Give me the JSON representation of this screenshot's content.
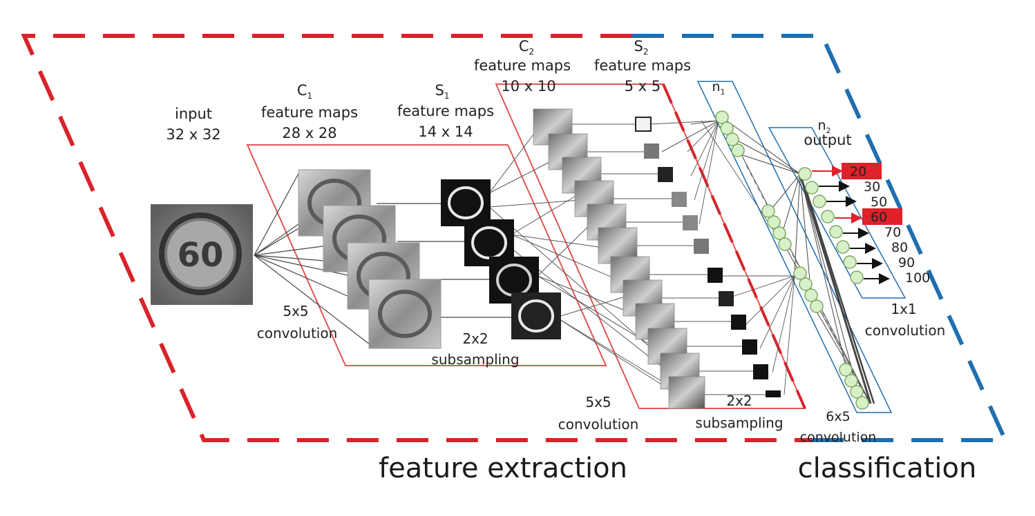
{
  "labels": {
    "input_title": "input",
    "input_size": "32 x 32",
    "c1_title": "C",
    "c1_sub": "1",
    "c1_maps": "feature maps",
    "c1_size": "28 x 28",
    "s1_title": "S",
    "s1_sub": "1",
    "s1_maps": "feature maps",
    "s1_size": "14 x 14",
    "c2_title": "C",
    "c2_sub": "2",
    "c2_maps": "feature maps",
    "c2_size": "10 x 10",
    "s2_title": "S",
    "s2_sub": "2",
    "s2_maps": "feature maps",
    "s2_size": "5 x 5",
    "n1_title": "n",
    "n1_sub": "1",
    "n2_title": "n",
    "n2_sub": "2",
    "n2_output": "output",
    "conv1_a": "5x5",
    "conv1_b": "convolution",
    "sub1_a": "2x2",
    "sub1_b": "subsampling",
    "conv2_a": "5x5",
    "conv2_b": "convolution",
    "sub2_a": "2x2",
    "sub2_b": "subsampling",
    "conv3_a": "6x5",
    "conv3_b": "convolution",
    "conv4_a": "1x1",
    "conv4_b": "convolution",
    "feature_extraction": "feature extraction",
    "classification": "classification",
    "sign_value": "60"
  },
  "outputs": [
    "20",
    "30",
    "50",
    "60",
    "70",
    "80",
    "90",
    "100"
  ],
  "highlighted_outputs": [
    "20",
    "60"
  ],
  "colors": {
    "feature_region": "#d9232a",
    "classification_region": "#1f6fb0",
    "layer_box": "#e05555",
    "neuron_fill": "#d8f0c8",
    "neuron_stroke": "#7aa860",
    "highlight": "#e0202a"
  }
}
